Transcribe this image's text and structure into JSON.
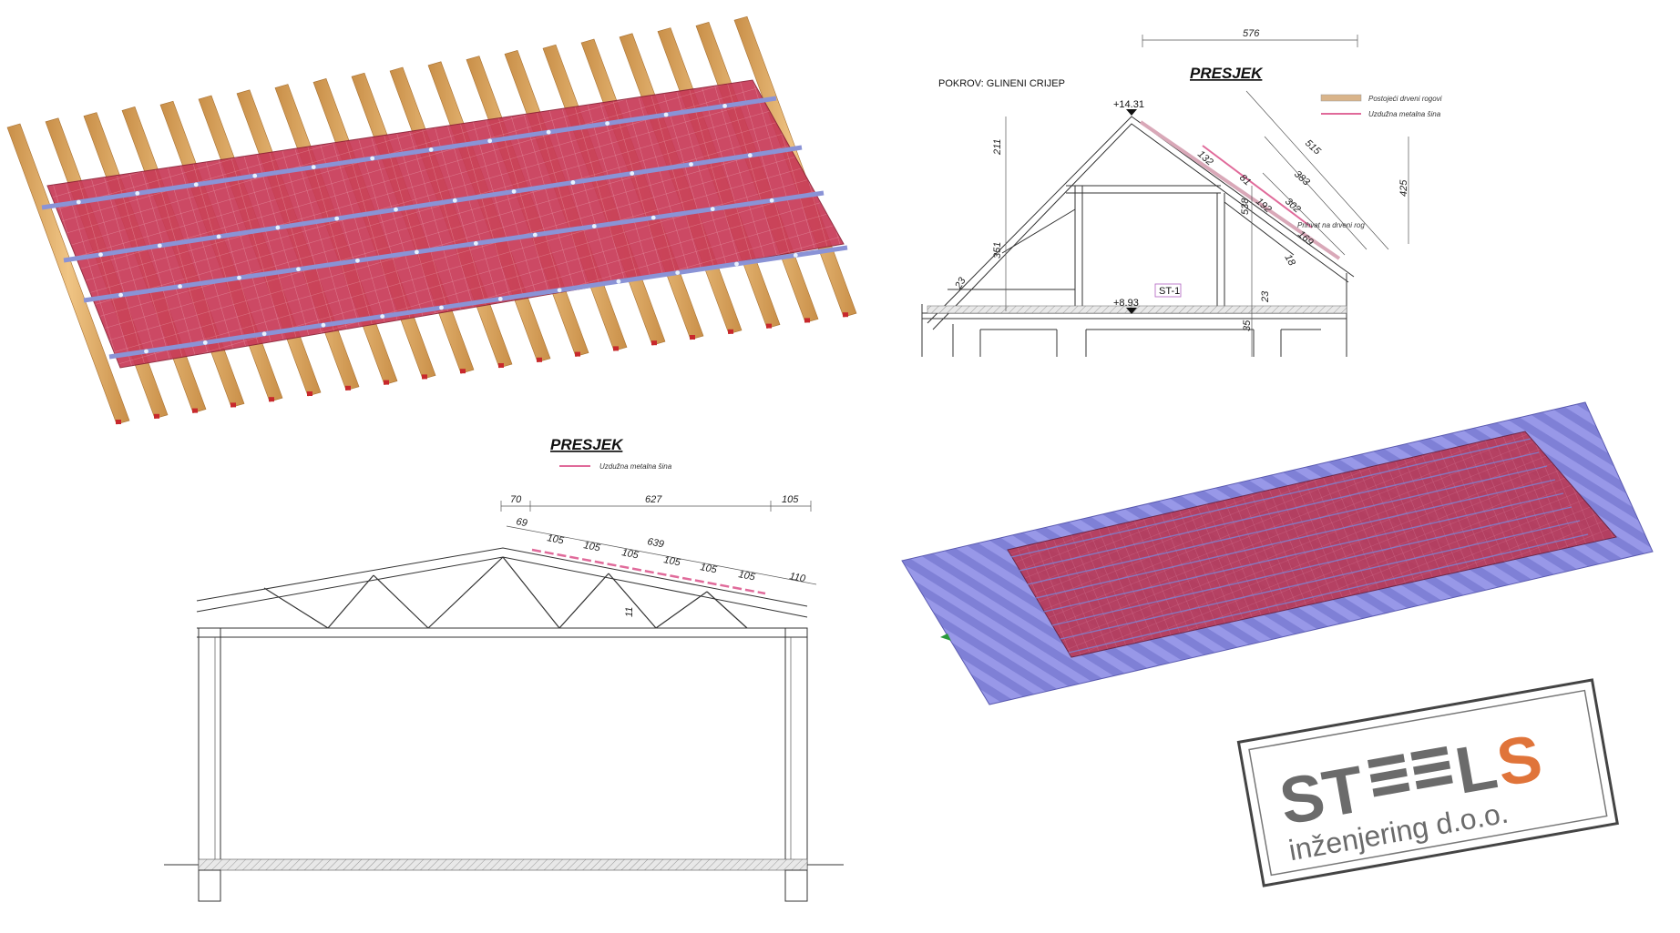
{
  "drawings": {
    "top_right": {
      "title": "PRESJEK",
      "cover_label": "POKROV:  GLINENI CRIJEP",
      "elevation_top": "+14.31",
      "elevation_floor": "+8.93",
      "tag": "ST-1",
      "dimensions": [
        "576",
        "211",
        "351",
        "538",
        "23",
        "35",
        "425",
        "515",
        "383",
        "302",
        "169",
        "192",
        "81",
        "132",
        "23",
        "18"
      ],
      "note": "Prihvat na drveni rog",
      "legend": [
        {
          "label": "Postojeći drveni rogovi",
          "color": "#d9b48a"
        },
        {
          "label": "Uzdužna metalna šina",
          "color": "#e06a9a"
        }
      ]
    },
    "bottom_left": {
      "title": "PRESJEK",
      "legend": [
        {
          "label": "Uzdužna metalna šina",
          "color": "#e06a9a"
        }
      ],
      "dimensions": [
        "70",
        "627",
        "105",
        "69",
        "105",
        "105",
        "105",
        "639",
        "105",
        "105",
        "105",
        "110",
        "11"
      ]
    }
  },
  "logo": {
    "brand": "STEELS",
    "subtitle": "inženjering d.o.o.",
    "accent_color": "#e0743a",
    "text_color": "#6b6b6b"
  },
  "colors": {
    "panel": "#c0324f",
    "rafter": "#e0b070",
    "rail": "#8a93d6",
    "tin_roof": "#8c8ce0"
  }
}
